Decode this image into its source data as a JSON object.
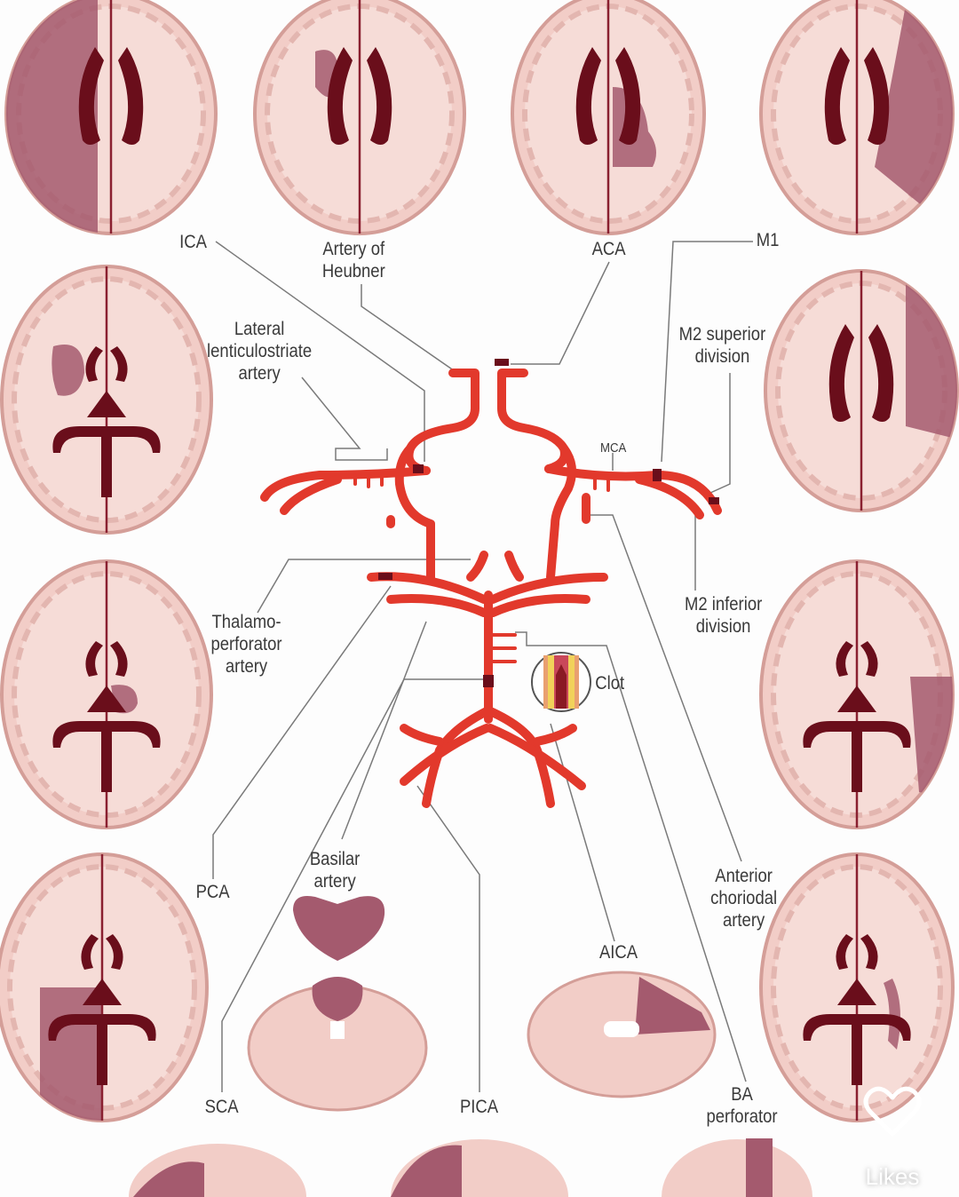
{
  "labels": {
    "ica": "ICA",
    "heubner_1": "Artery of",
    "heubner_2": "Heubner",
    "aca": "ACA",
    "m1": "M1",
    "lls_1": "Lateral",
    "lls_2": "lenticulostriate",
    "lls_3": "artery",
    "m2s_1": "M2 superior",
    "m2s_2": "division",
    "mca": "MCA",
    "thal_1": "Thalamo-",
    "thal_2": "perforator",
    "thal_3": "artery",
    "m2i_1": "M2 inferior",
    "m2i_2": "division",
    "clot": "Clot",
    "pca": "PCA",
    "basilar_1": "Basilar",
    "basilar_2": "artery",
    "achor_1": "Anterior",
    "achor_2": "choriodal",
    "achor_3": "artery",
    "aica": "AICA",
    "sca": "SCA",
    "pica": "PICA",
    "bap_1": "BA",
    "bap_2": "perforator"
  },
  "overlay": {
    "likes_label": "Likes",
    "icon": "heart-icon"
  },
  "colors": {
    "artery": "#e2392c",
    "brain": "#f2cdc7",
    "infarct": "#a45a6e",
    "ventricle": "#6a0e1b",
    "leader": "#7a7a7a"
  }
}
